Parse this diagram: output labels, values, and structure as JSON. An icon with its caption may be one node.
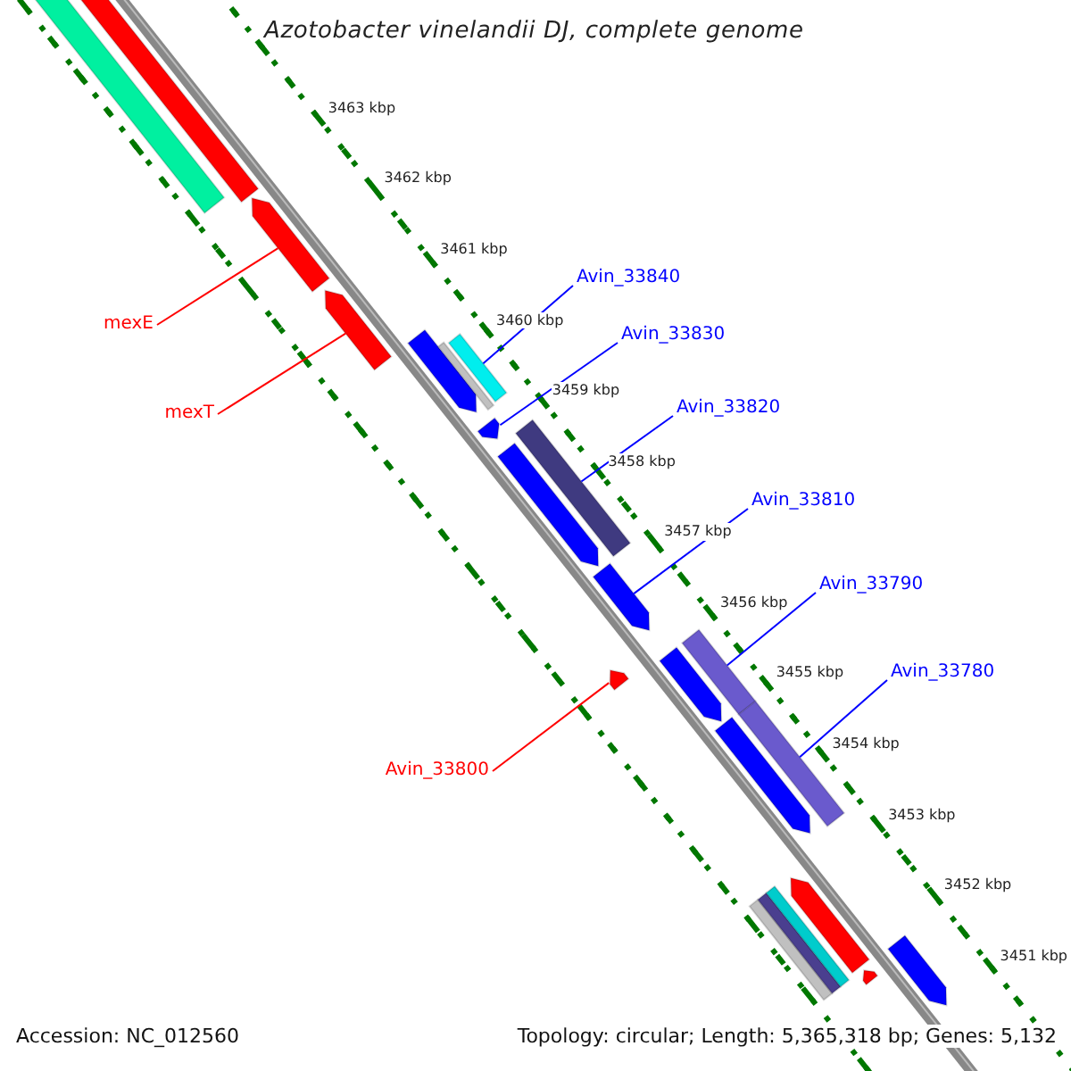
{
  "diagram": {
    "title": "Azotobacter vinelandii DJ, complete genome",
    "nodes": [
      {
        "text": [
          "Avin_33840"
        ]
      },
      {
        "text": [
          "mexE"
        ]
      },
      {
        "text": [
          "Avin_33830"
        ]
      },
      {
        "text": [
          "Avin_33820"
        ]
      },
      {
        "text": [
          "mexT"
        ]
      },
      {
        "text": [
          "Avin_33810"
        ]
      },
      {
        "text": [
          "Avin_33790"
        ]
      },
      {
        "text": [
          "Avin_33780"
        ]
      },
      {
        "text": [
          "Avin_33800"
        ]
      },
      {
        "text": [],
        "shape": "bar"
      },
      {
        "text": [],
        "shape": "bar"
      },
      {
        "text": [],
        "shape": "bar"
      },
      {
        "text": [],
        "shape": "bar"
      },
      {
        "text": [],
        "shape": "bar"
      },
      {
        "text": [],
        "shape": "bar"
      },
      {
        "text": [],
        "shape": "bar"
      },
      {
        "text": [],
        "shape": "bar"
      },
      {
        "text": [],
        "shape": "bar"
      },
      {
        "text": [],
        "shape": "bar"
      },
      {
        "text": [],
        "shape": "bar"
      },
      {
        "text": [],
        "shape": "bar"
      },
      {
        "text": [],
        "shape": "bar"
      },
      {
        "text": [],
        "shape": "bar"
      },
      {
        "text": [],
        "shape": "bar"
      },
      {
        "text": [],
        "shape": "bar"
      },
      {
        "text": [],
        "shape": "bar"
      },
      {
        "text": [],
        "shape": "bar"
      },
      {
        "text": [],
        "shape": "bar"
      },
      {
        "text": [],
        "shape": "bar"
      },
      {
        "text": [],
        "shape": "bar"
      },
      {
        "text": [],
        "shape": "bar"
      }
    ],
    "edges": [
      {
        "from": 0,
        "to": 11,
        "arrow": "none"
      },
      {
        "from": 1,
        "to": 9,
        "arrow": "none",
        "color": "#ff0000"
      },
      {
        "from": 2,
        "to": 12,
        "arrow": "none"
      },
      {
        "from": 3,
        "to": 13,
        "arrow": "none"
      },
      {
        "from": 4,
        "to": 10,
        "arrow": "none",
        "color": "#ff0000"
      },
      {
        "from": 5,
        "to": 14,
        "arrow": "none"
      },
      {
        "from": 6,
        "to": 16,
        "arrow": "none"
      },
      {
        "from": 7,
        "to": 17,
        "arrow": "none"
      },
      {
        "from": 8,
        "to": 15,
        "arrow": "none",
        "color": "#ff0000"
      }
    ],
    "labels": [
      "3463 kbp",
      "3462 kbp",
      "3461 kbp",
      "3460 kbp",
      "3459 kbp",
      "3458 kbp",
      "3457 kbp",
      "3456 kbp",
      "3455 kbp",
      "3454 kbp",
      "3453 kbp",
      "3452 kbp",
      "3451 kbp",
      "Accession: NC_012560",
      "Topology: circular; Length: 5,365,318 bp; Genes: 5,132"
    ]
  }
}
